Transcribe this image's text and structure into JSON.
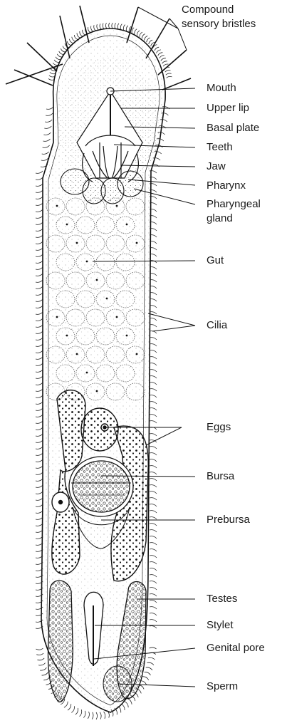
{
  "diagram": {
    "labels": {
      "compound_bristles_line1": "Compound",
      "compound_bristles_line2": "sensory bristles",
      "mouth": "Mouth",
      "upper_lip": "Upper lip",
      "basal_plate": "Basal plate",
      "teeth": "Teeth",
      "jaw": "Jaw",
      "pharynx": "Pharynx",
      "pharyngeal_gland_line1": "Pharyngeal",
      "pharyngeal_gland_line2": "gland",
      "gut": "Gut",
      "cilia": "Cilia",
      "eggs": "Eggs",
      "bursa": "Bursa",
      "prebursa": "Prebursa",
      "testes": "Testes",
      "stylet": "Stylet",
      "genital_pore": "Genital pore",
      "sperm": "Sperm"
    }
  }
}
